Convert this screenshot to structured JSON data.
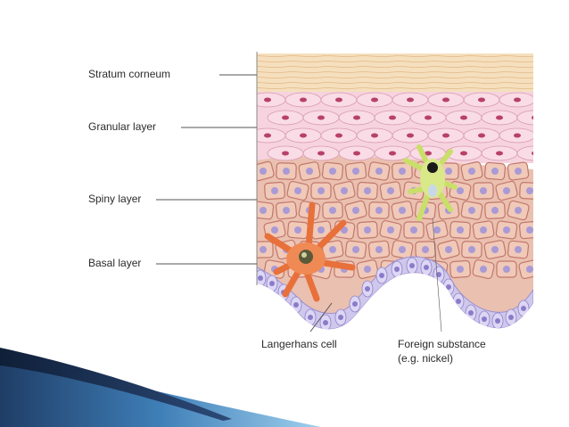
{
  "diagram": {
    "labels": {
      "stratum_corneum": "Stratum corneum",
      "granular_layer": "Granular layer",
      "spiny_layer": "Spiny layer",
      "basal_layer": "Basal layer",
      "langerhans_cell": "Langerhans cell",
      "foreign_substance_line1": "Foreign substance",
      "foreign_substance_line2": "(e.g. nickel)"
    },
    "colors": {
      "stratum_corneum": "#f3d9b3",
      "granular": "#f6d3df",
      "spiny": "#e9b8a8",
      "basal": "#cfc8ec",
      "langerhans": "#e8703a",
      "foreign": "#c9df6a",
      "swoosh_dark": "#1f3d66",
      "swoosh_light": "#8fc3e6"
    }
  }
}
